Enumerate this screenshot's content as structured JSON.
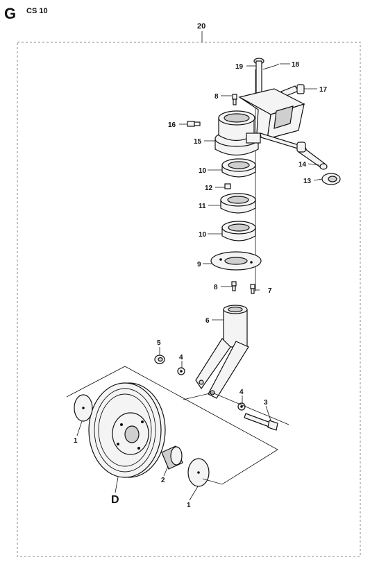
{
  "header": {
    "section_letter": "G",
    "model": "CS 10"
  },
  "assembly_label": "20",
  "wheel_label": "D",
  "callouts": {
    "c1a": "1",
    "c1b": "1",
    "c2": "2",
    "c3": "3",
    "c4a": "4",
    "c4b": "4",
    "c5": "5",
    "c6": "6",
    "c7": "7",
    "c8a": "8",
    "c8b": "8",
    "c9": "9",
    "c10a": "10",
    "c10b": "10",
    "c11": "11",
    "c12": "12",
    "c13": "13",
    "c14": "14",
    "c15": "15",
    "c16": "16",
    "c17": "17",
    "c18": "18",
    "c19": "19"
  },
  "colors": {
    "line": "#111111",
    "part_fill": "#f4f4f4",
    "dashed_frame": "#888888"
  }
}
